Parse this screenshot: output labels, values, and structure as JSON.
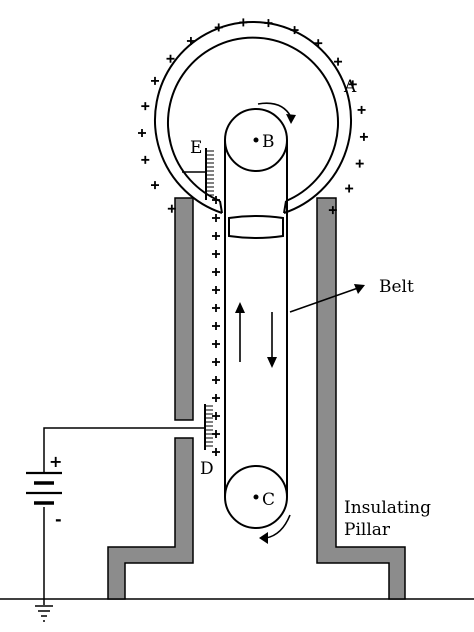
{
  "labels": {
    "A": "A",
    "B": "B",
    "C": "C",
    "D": "D",
    "E": "E",
    "belt": "Belt",
    "pillar_line1": "Insulating",
    "pillar_line2": "Pillar",
    "battery_plus": "+",
    "battery_minus": "-"
  },
  "colors": {
    "pillar_fill": "#8c8c8c",
    "stroke": "#000000",
    "background": "#ffffff"
  }
}
